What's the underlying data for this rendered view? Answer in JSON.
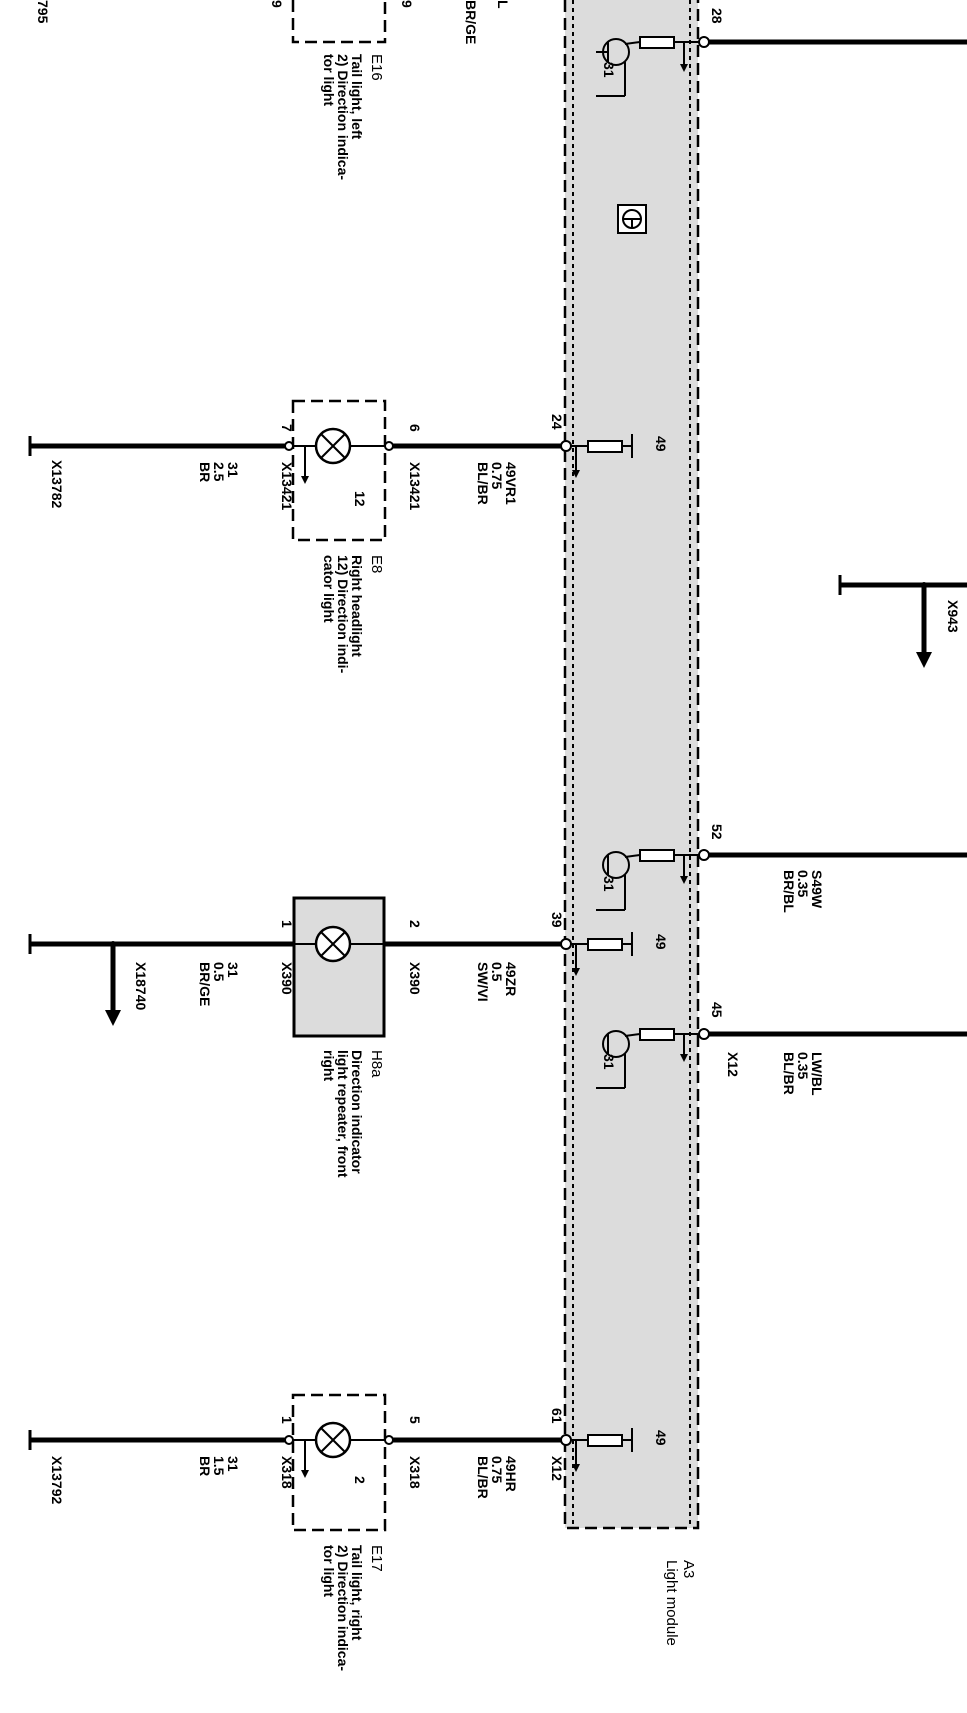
{
  "module": {
    "id": "A3",
    "name": "Light module",
    "pin_28": "28",
    "pin_24": "24",
    "pin_52": "52",
    "pin_39": "39",
    "pin_45": "45",
    "pin_61": "61",
    "connector_45": "X12",
    "connector_61": "X12",
    "driver_ground": "31",
    "sense": "49"
  },
  "top_partial": {
    "text1": "795",
    "text2": "9",
    "text3": "9",
    "text4": "L",
    "text5": "BR/GE"
  },
  "components": {
    "e16": {
      "id": "E16",
      "desc1": "Tail light, left",
      "desc2": "2) Direction indica-",
      "desc3": "tor light"
    },
    "e8": {
      "id": "E8",
      "desc1": "Right headlight",
      "desc2": "12) Direction indi-",
      "desc3": "cator light",
      "inner": "12",
      "pin_out": "7",
      "pin_in": "6"
    },
    "h8a": {
      "id": "H8a",
      "desc1": "Direction indicator",
      "desc2": "light repeater, front",
      "desc3": "right",
      "pin_out": "1",
      "pin_in": "2"
    },
    "e17": {
      "id": "E17",
      "desc1": "Tail light, right",
      "desc2": "2) Direction indica-",
      "desc3": "tor light",
      "inner": "2",
      "pin_out": "1",
      "pin_in": "5"
    }
  },
  "wires": {
    "w24": {
      "conn": "X13421",
      "signal": "49VR1",
      "size": "0.75",
      "color": "BL/BR"
    },
    "w7": {
      "conn": "X13421",
      "signal": "31",
      "size": "2.5",
      "color": "BR",
      "ground": "X13782"
    },
    "w39": {
      "conn": "X390",
      "signal": "49ZR",
      "size": "0.5",
      "color": "SW/VI"
    },
    "w1": {
      "conn": "X390",
      "signal": "31",
      "size": "0.5",
      "color": "BR/GE",
      "ground": "X18740"
    },
    "w52": {
      "signal": "S49W",
      "size": "0.35",
      "color": "BR/BL"
    },
    "w45": {
      "signal": "LW/BL",
      "size": "0.35",
      "color": "BL/BR"
    },
    "w61": {
      "conn": "X318",
      "signal": "49HR",
      "size": "0.75",
      "color": "BL/BR"
    },
    "w1b": {
      "conn": "X318",
      "signal": "31",
      "size": "1.5",
      "color": "BR",
      "ground": "X13792"
    },
    "x943": "X943"
  }
}
